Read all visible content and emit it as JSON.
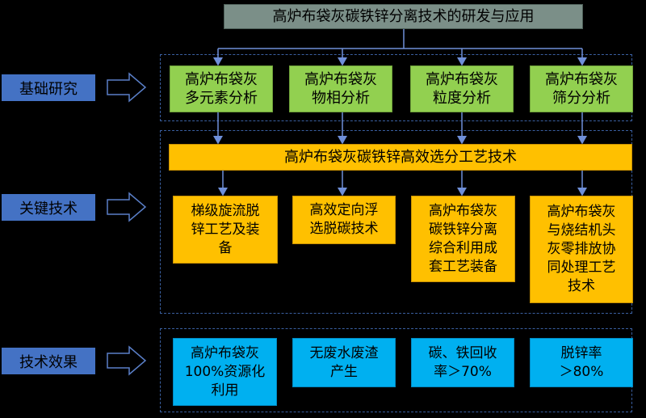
{
  "title": "高炉布袋灰碳铁锌分离技术的研发与应用",
  "rows": [
    {
      "label": "基础研究"
    },
    {
      "label": "关键技术"
    },
    {
      "label": "技术效果"
    }
  ],
  "basic_research": [
    "高炉布袋灰\n多元素分析",
    "高炉布袋灰\n物相分析",
    "高炉布袋灰\n粒度分析",
    "高炉布袋灰\n筛分分析"
  ],
  "key_tech_header": "高炉布袋灰碳铁锌高效选分工艺技术",
  "key_tech": [
    "梯级旋流脱\n锌工艺及装\n备",
    "高效定向浮\n选脱碳技术",
    "高炉布袋灰\n碳铁锌分离\n综合利用成\n套工艺装备",
    "高炉布袋灰\n与烧结机头\n灰零排放协\n同处理工艺\n技术"
  ],
  "effects": [
    "高炉布袋灰\n100%资源化\n利用",
    "无废水废渣\n产生",
    "碳、铁回收\n率＞70%",
    "脱锌率\n＞80%"
  ],
  "colors": {
    "title": "#7b8f88",
    "basic": "#92d050",
    "key": "#ffc000",
    "effect": "#00b0f0",
    "side": "#4472c4",
    "connector": "#6f8fd8"
  }
}
